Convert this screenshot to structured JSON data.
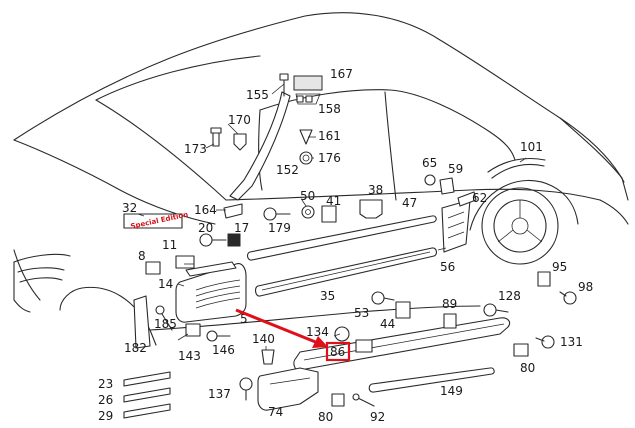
{
  "diagram": {
    "part_numbers": {
      "p155": "155",
      "p167": "167",
      "p158": "158",
      "p170": "170",
      "p161": "161",
      "p173": "173",
      "p176": "176",
      "p152": "152",
      "p101": "101",
      "p65": "65",
      "p59": "59",
      "p32": "32",
      "p164": "164",
      "p50": "50",
      "p41": "41",
      "p38": "38",
      "p47": "47",
      "p62": "62",
      "p20": "20",
      "p17": "17",
      "p179": "179",
      "p8": "8",
      "p11": "11",
      "p56": "56",
      "p95": "95",
      "p14": "14",
      "p35": "35",
      "p98": "98",
      "p53": "53",
      "p89": "89",
      "p128": "128",
      "p185": "185",
      "p5": "5",
      "p44": "44",
      "p134": "134",
      "p140": "140",
      "p182": "182",
      "p143": "143",
      "p146": "146",
      "p131": "131",
      "p86": "86",
      "p80a": "80",
      "p23": "23",
      "p26": "26",
      "p29": "29",
      "p137": "137",
      "p149": "149",
      "p74": "74",
      "p80b": "80",
      "p92": "92"
    },
    "badge_text": "Special Edition",
    "highlight": {
      "part": "86",
      "color": "#e0101a"
    }
  }
}
